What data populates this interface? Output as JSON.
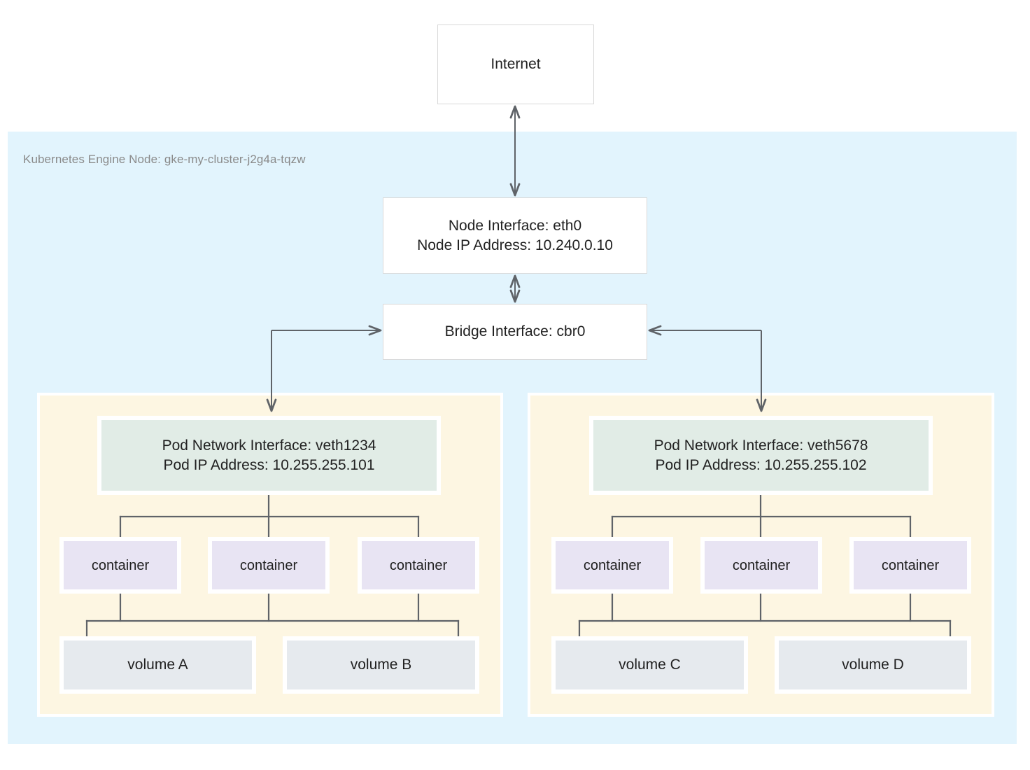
{
  "diagram": {
    "title_box": {
      "label": "Internet"
    },
    "node_region": {
      "label": "Kubernetes Engine Node: gke-my-cluster-j2g4a-tqzw",
      "background_color": "#e2f4fd"
    },
    "node_interface": {
      "line1": "Node Interface: eth0",
      "line2": "Node IP Address: 10.240.0.10",
      "text": "Node Interface: eth0\nNode IP Address: 10.240.0.10"
    },
    "bridge_interface": {
      "label": "Bridge Interface: cbr0"
    },
    "pods": [
      {
        "background_color": "#fdf6e2",
        "network_interface": {
          "line1": "Pod Network Interface: veth1234",
          "line2": "Pod IP Address: 10.255.255.101",
          "text": "Pod Network Interface: veth1234\nPod IP Address: 10.255.255.101",
          "background_color": "#e1ece6"
        },
        "containers": [
          {
            "label": "container"
          },
          {
            "label": "container"
          },
          {
            "label": "container"
          }
        ],
        "volumes": [
          {
            "label": "volume A"
          },
          {
            "label": "volume B"
          }
        ]
      },
      {
        "background_color": "#fdf6e2",
        "network_interface": {
          "line1": "Pod Network Interface: veth5678",
          "line2": "Pod IP Address: 10.255.255.102",
          "text": "Pod Network Interface: veth5678\nPod IP Address: 10.255.255.102",
          "background_color": "#e1ece6"
        },
        "containers": [
          {
            "label": "container"
          },
          {
            "label": "container"
          },
          {
            "label": "container"
          }
        ],
        "volumes": [
          {
            "label": "volume C"
          },
          {
            "label": "volume D"
          }
        ]
      }
    ],
    "container_color": "#e8e4f3",
    "volume_color": "#e6eaee",
    "connector_color": "#5f6368",
    "box_border_color": "#d9d9d9",
    "text_color": "#212121"
  }
}
